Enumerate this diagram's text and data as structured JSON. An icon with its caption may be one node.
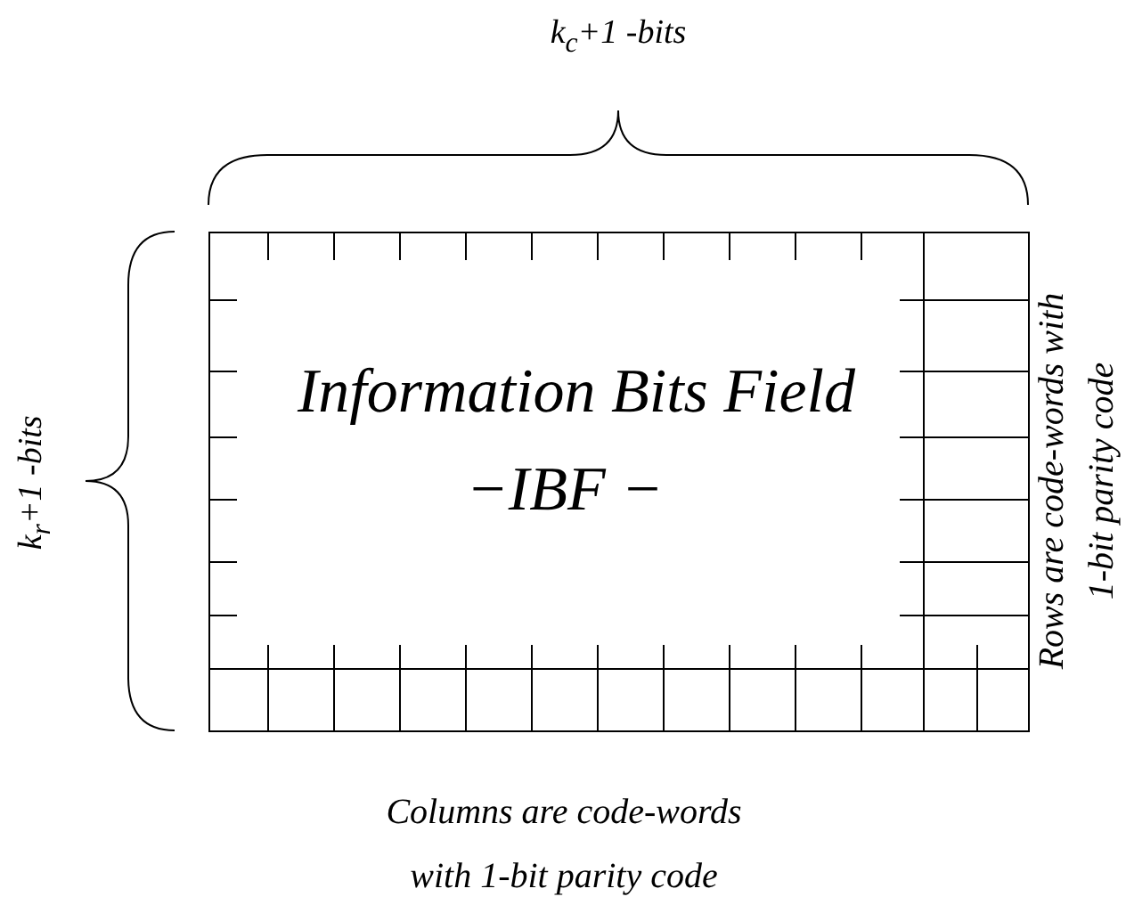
{
  "diagram": {
    "labels": [
      "k$_{c}$+1 -bits",
      "k$_{r}$+1 -bits",
      "Information Bits Field",
      "−IBF −",
      "Rows are code-words with 1-bit parity code",
      "Columns are code-words with 1-bit parity code"
    ]
  }
}
